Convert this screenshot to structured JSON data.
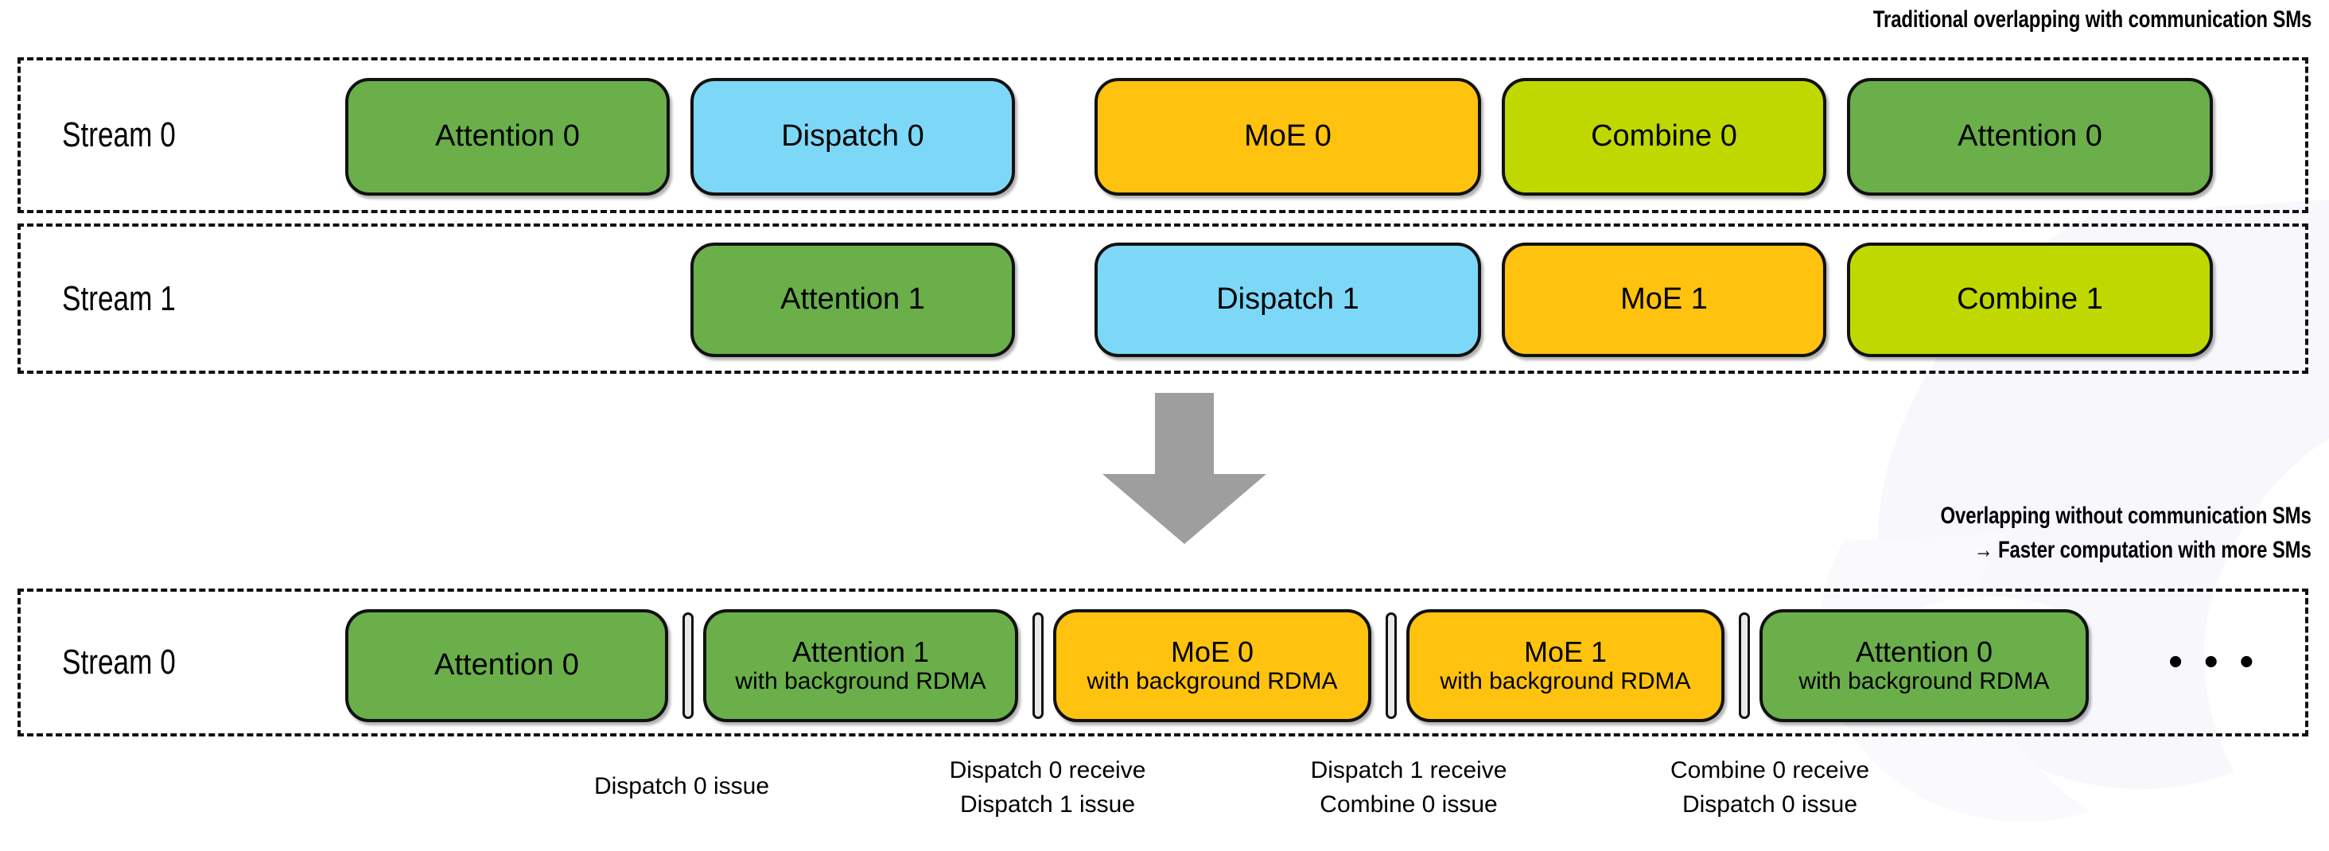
{
  "headings": {
    "top": "Traditional overlapping with communication SMs",
    "bottom_line1": "Overlapping without communication SMs",
    "bottom_line2": "→ Faster computation with more SMs"
  },
  "colors": {
    "attention": "#6AAF4A",
    "dispatch": "#7DD8F7",
    "moe": "#FFC20E",
    "combine": "#BFD900",
    "arrow": "#9E9E9E",
    "separator": "#E9E9E9",
    "outline": "#111111",
    "background": "#FFFFFF",
    "watermark": "#F1F2FA"
  },
  "traditional": {
    "rows": [
      {
        "label": "Stream 0",
        "blocks": [
          {
            "title": "Attention 0",
            "kind": "attention"
          },
          {
            "title": "Dispatch 0",
            "kind": "dispatch"
          },
          {
            "title": "MoE 0",
            "kind": "moe"
          },
          {
            "title": "Combine 0",
            "kind": "combine"
          },
          {
            "title": "Attention 0",
            "kind": "attention"
          }
        ]
      },
      {
        "label": "Stream 1",
        "blocks": [
          {
            "title": "Attention 1",
            "kind": "attention"
          },
          {
            "title": "Dispatch 1",
            "kind": "dispatch"
          },
          {
            "title": "MoE 1",
            "kind": "moe"
          },
          {
            "title": "Combine 1",
            "kind": "combine"
          }
        ]
      }
    ]
  },
  "optimized": {
    "label": "Stream 0",
    "ellipsis": "• • •",
    "blocks": [
      {
        "title": "Attention 0",
        "subtitle": "",
        "kind": "attention"
      },
      {
        "title": "Attention 1",
        "subtitle": "with background RDMA",
        "kind": "attention"
      },
      {
        "title": "MoE 0",
        "subtitle": "with background RDMA",
        "kind": "moe"
      },
      {
        "title": "MoE 1",
        "subtitle": "with background RDMA",
        "kind": "moe"
      },
      {
        "title": "Attention 0",
        "subtitle": "with background RDMA",
        "kind": "attention"
      }
    ],
    "captions": [
      {
        "line1": "Dispatch 0 issue",
        "line2": ""
      },
      {
        "line1": "Dispatch 0 receive",
        "line2": "Dispatch 1 issue"
      },
      {
        "line1": "Dispatch 1 receive",
        "line2": "Combine 0 issue"
      },
      {
        "line1": "Combine 0 receive",
        "line2": "Dispatch 0 issue"
      }
    ]
  }
}
